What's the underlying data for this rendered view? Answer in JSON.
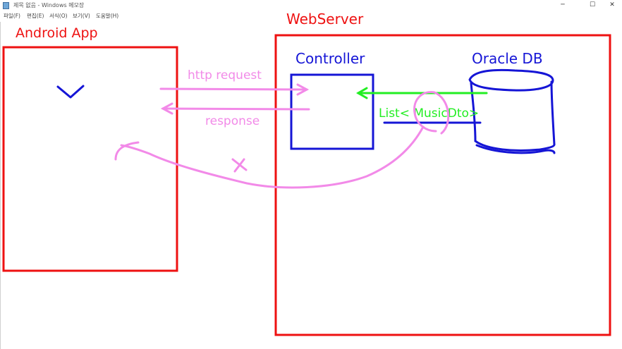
{
  "window": {
    "title": "제목 없음 - Windows 메모장",
    "minimize_glyph": "─",
    "maximize_glyph": "☐",
    "close_glyph": "✕"
  },
  "menu": {
    "file": "파일(F)",
    "edit": "편집(E)",
    "format": "서식(O)",
    "view": "보기(V)",
    "help": "도움말(H)"
  },
  "diagram": {
    "android_label": "Android App",
    "webserver_label": "WebServer",
    "controller_label": "Controller",
    "oracle_label": "Oracle DB",
    "request_label": "http request",
    "response_label": "response",
    "list_label": "List< MusicDto>"
  },
  "colors": {
    "red": "#ee1111",
    "blue": "#1515d6",
    "pink": "#f28ae8",
    "green": "#22ee22"
  }
}
